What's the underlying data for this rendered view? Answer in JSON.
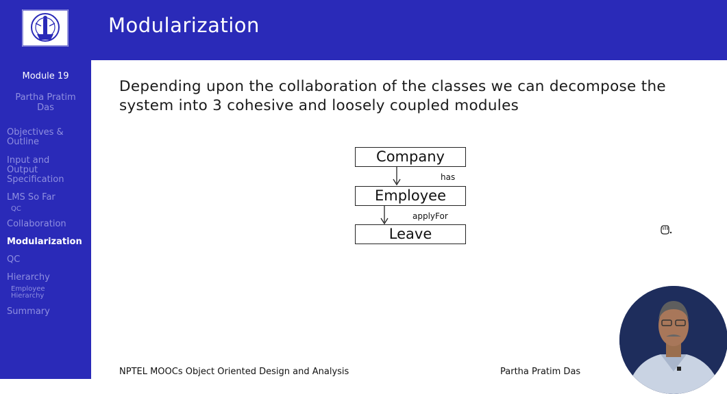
{
  "slide": {
    "title": "Modularization",
    "body_text": "Depending upon the collaboration of the classes we can decompose the system into 3 cohesive and loosely coupled modules"
  },
  "sidebar": {
    "module": "Module 19",
    "author_line1": "Partha Pratim",
    "author_line2": "Das",
    "items": [
      {
        "line1": "Objectives &",
        "line2": "Outline"
      },
      {
        "line1": "Input and",
        "line2": "Output",
        "line3": "Specification"
      },
      {
        "label": "LMS So Far"
      },
      {
        "label": "QC"
      },
      {
        "label": "Collaboration"
      },
      {
        "label": "Modularization",
        "active": true
      },
      {
        "label": "QC"
      },
      {
        "label": "Hierarchy"
      },
      {
        "line1": "Employee",
        "line2": "Hierarchy"
      },
      {
        "label": "Summary"
      }
    ]
  },
  "diagram": {
    "boxes": [
      "Company",
      "Employee",
      "Leave"
    ],
    "relations": [
      "has",
      "applyFor"
    ]
  },
  "footer": {
    "left": "NPTEL MOOCs Object Oriented Design and Analysis",
    "right": "Partha Pratim Das"
  },
  "colors": {
    "header_bg": "#2a2ab8",
    "sidebar_inactive": "#8f8fe0",
    "sidebar_active": "#ffffff"
  },
  "icons": {
    "logo": "institute-logo-icon",
    "cursor": "hand-cursor-icon"
  }
}
